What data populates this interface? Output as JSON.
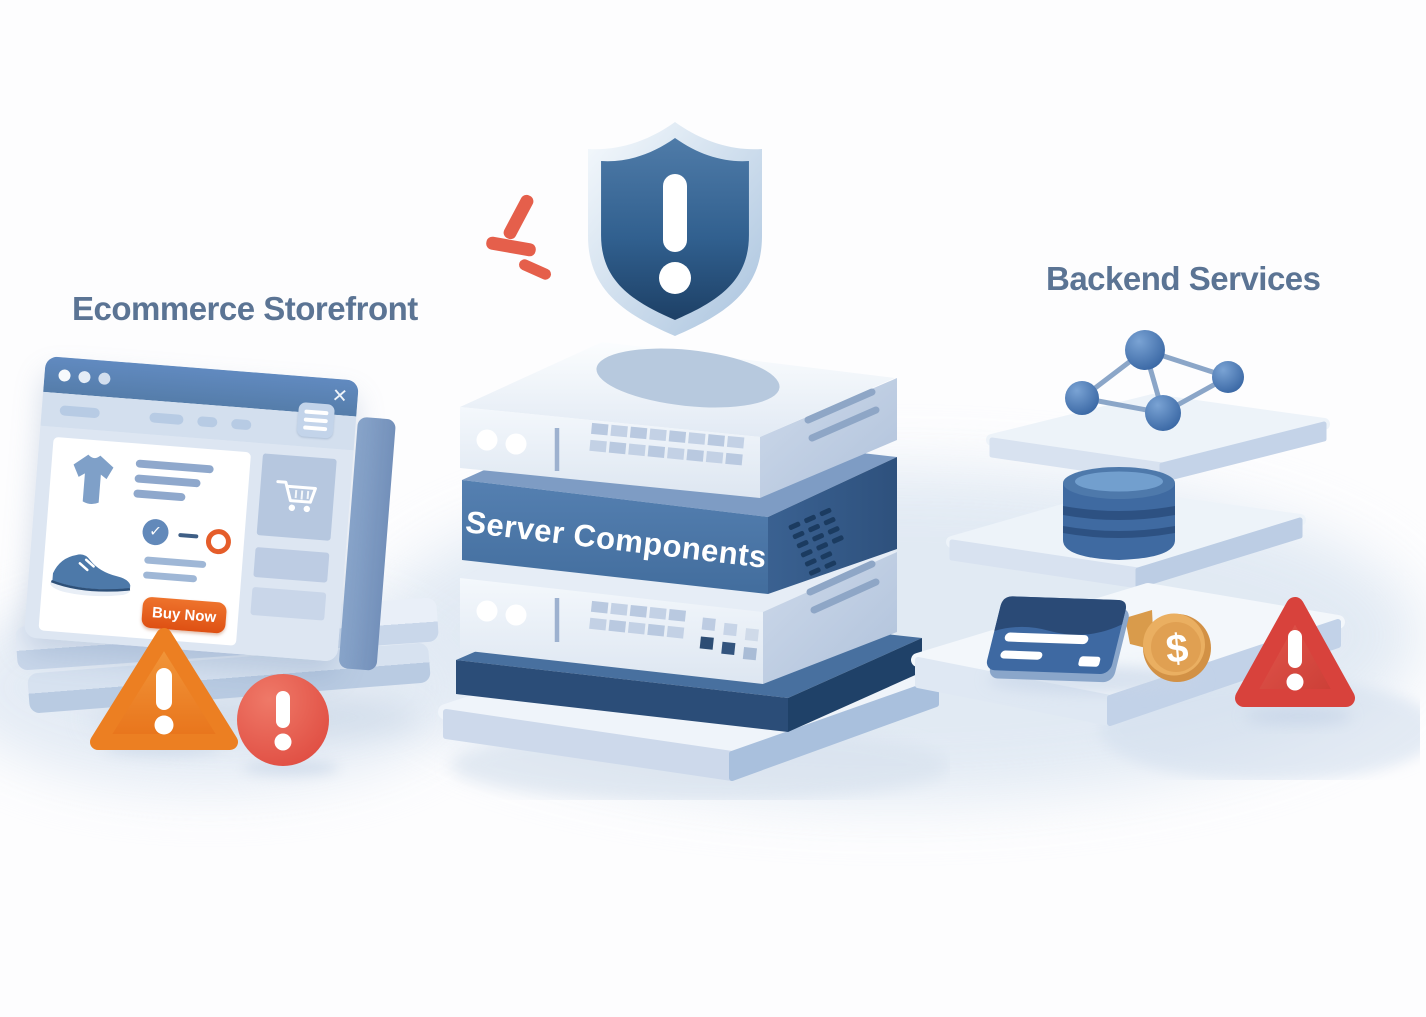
{
  "titles": {
    "storefront": "Ecommerce Storefront",
    "backend": "Backend Services"
  },
  "server_stack": {
    "label": "Server Components"
  },
  "storefront_window": {
    "buy_now_label": "Buy Now"
  },
  "icons": {
    "close": "✕",
    "check": "✓",
    "dollar": "$",
    "menu": "hamburger-lines",
    "cart": "shopping-cart-outline",
    "shield": "shield-exclamation",
    "warning_triangle": "triangle-exclamation",
    "alert_circle": "circle-exclamation",
    "network": "four-node-graph",
    "database": "blue-cylinder",
    "payment": "credit-card-and-coin"
  },
  "colors": {
    "title_text": "#5b7494",
    "browser_bar_blue": "#5b82b5",
    "buy_now_orange": "#e2571c",
    "warning_orange": "#ee8026",
    "alert_red": "#e2544a",
    "danger_red": "#d8423c",
    "shield_dark_blue": "#234a72",
    "server_blue": "#4a75a7",
    "navy_base": "#2b4d78",
    "coin_gold": "#e5a95c",
    "node_blue": "#3c6cab",
    "accent_dash_red": "#e55f4b"
  }
}
